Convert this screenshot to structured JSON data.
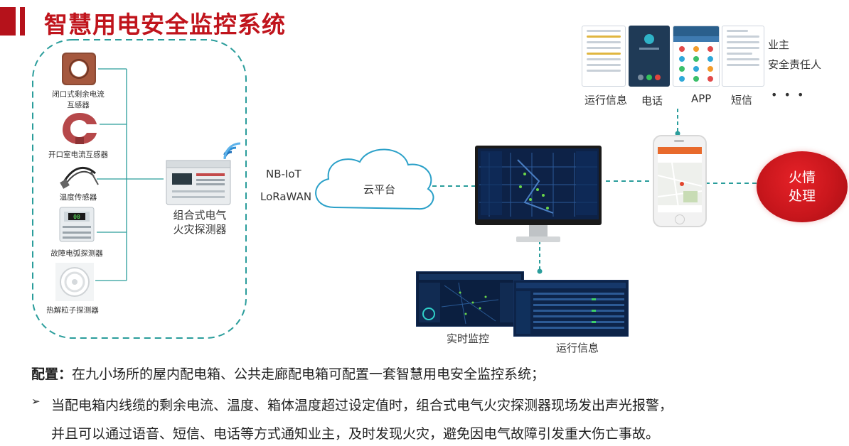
{
  "title": "智慧用电安全监控系统",
  "sensors": [
    {
      "label_line1": "闭口式剩余电流",
      "label_line2": "互感器",
      "icon": "closed-current-transformer"
    },
    {
      "label_line1": "开口室电流互感器",
      "label_line2": "",
      "icon": "open-current-transformer"
    },
    {
      "label_line1": "温度传感器",
      "label_line2": "",
      "icon": "temperature-sensor"
    },
    {
      "label_line1": "故障电弧探测器",
      "label_line2": "",
      "icon": "arc-fault-detector"
    },
    {
      "label_line1": "热解粒子探测器",
      "label_line2": "",
      "icon": "pyrolysis-particle-detector"
    }
  ],
  "detector": {
    "label_line1": "组合式电气",
    "label_line2": "火灾探测器"
  },
  "protocols": {
    "nbiot": "NB-IoT",
    "lorawan": "LoRaWAN"
  },
  "cloud": {
    "label": "云平台"
  },
  "notifications": {
    "items": [
      "运行信息",
      "电话",
      "APP",
      "短信"
    ],
    "recipients_line1": "业主",
    "recipients_line2": "安全责任人",
    "more": "• • •"
  },
  "monitor_screens": {
    "realtime": "实时监控",
    "running_info": "运行信息"
  },
  "fire": {
    "line1": "火情",
    "line2": "处理"
  },
  "bottom": {
    "config_label": "配置：",
    "config_text": "在九小场所的屋内配电箱、公共走廊配电箱可配置一套智慧用电安全监控系统；",
    "bullet": "➢",
    "line1": "当配电箱内线缆的剩余电流、温度、箱体温度超过设定值时，组合式电气火灾探测器现场发出声光报警，",
    "line2": "并且可以通过语音、短信、电话等方式通知业主，及时发现火灾，避免因电气故障引发重大伤亡事故。"
  },
  "colors": {
    "accent_red": "#c0141c",
    "connector_teal": "#2a9d9b",
    "dark_screen": "#0d2247"
  }
}
